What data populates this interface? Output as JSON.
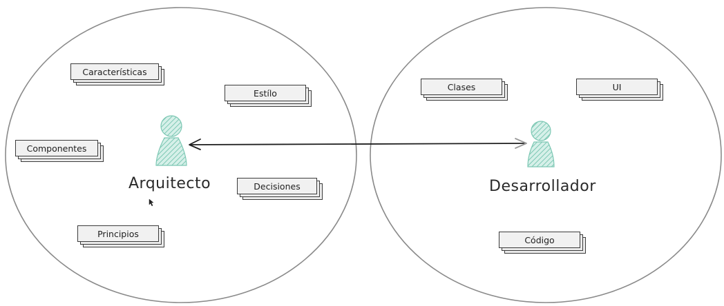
{
  "roles": {
    "architect": "Arquitecto",
    "developer": "Desarrollador"
  },
  "architect_cards": {
    "caracteristicas": "Características",
    "estilo": "Estílo",
    "componentes": "Componentes",
    "decisiones": "Decisiones",
    "principios": "Principios"
  },
  "developer_cards": {
    "clases": "Clases",
    "ui": "UI",
    "codigo": "Código"
  },
  "colors": {
    "person_fill": "#a9dccf",
    "stroke": "#3a3a3a",
    "circle_stroke": "#8a8a8a",
    "card_fill": "#ececec"
  }
}
